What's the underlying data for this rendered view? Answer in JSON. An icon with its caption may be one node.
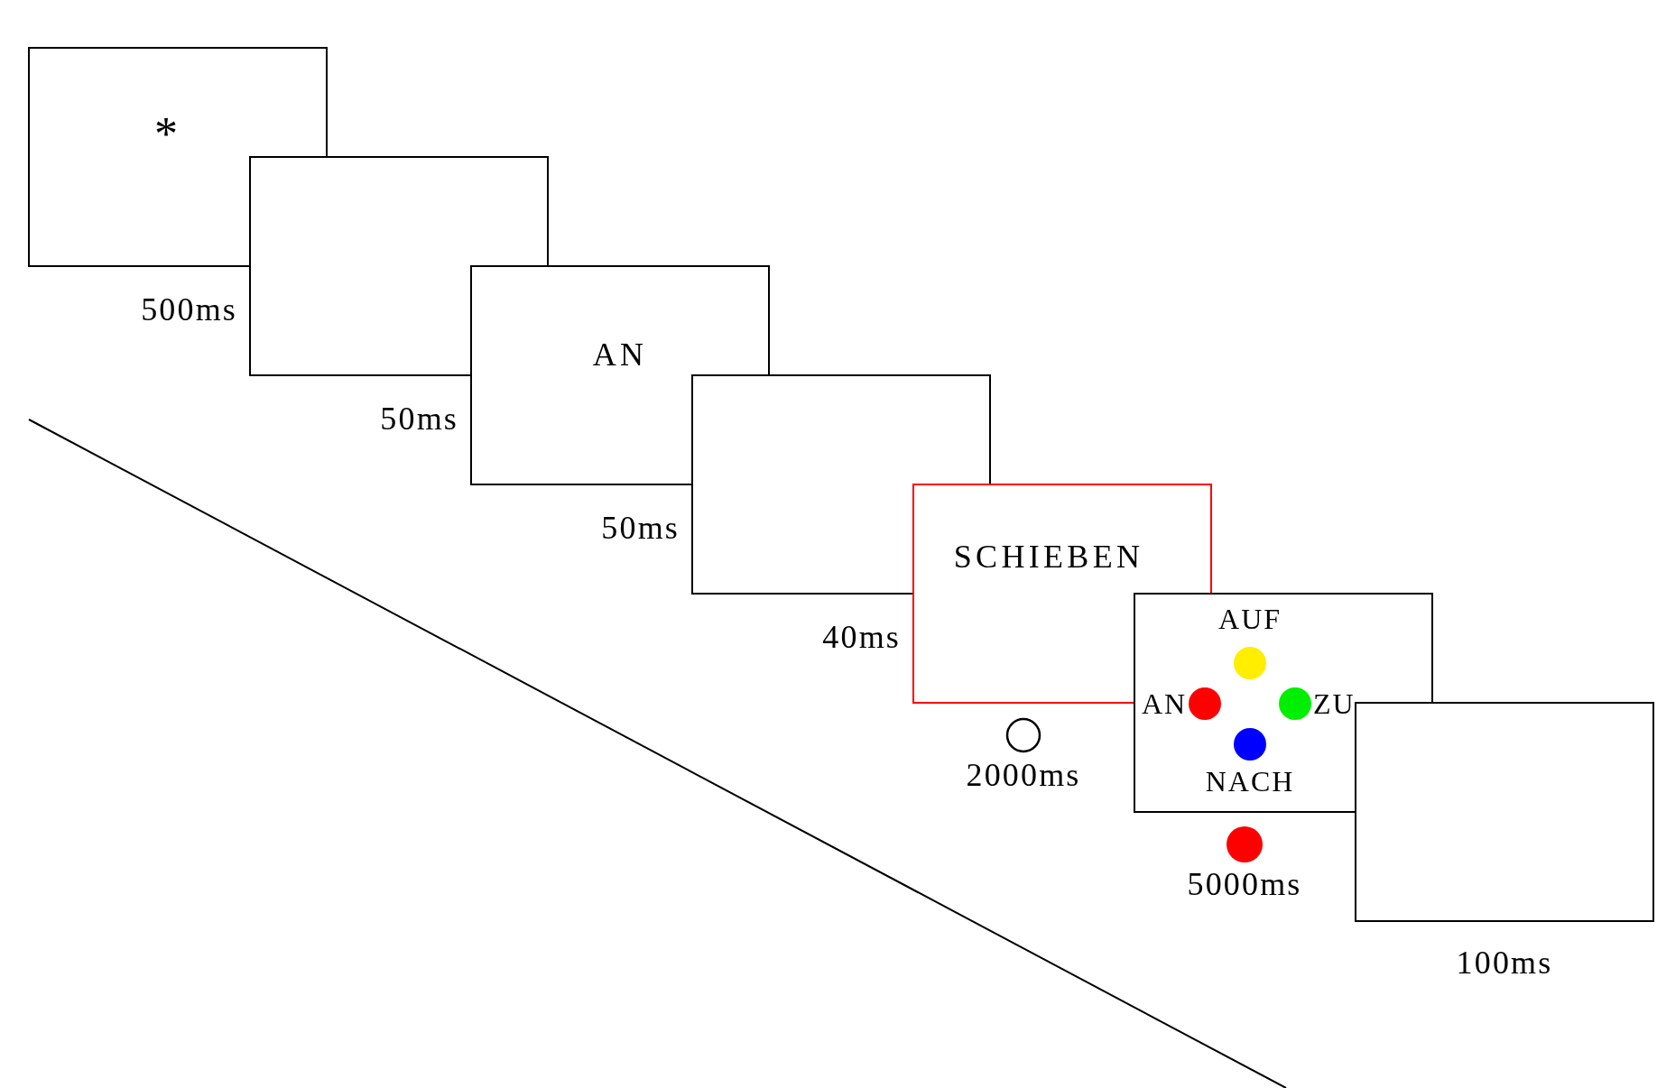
{
  "diagram": {
    "nodes": [
      {
        "text": [
          "*"
        ],
        "beside": [
          "500ms"
        ]
      },
      {
        "text": [],
        "shape": "box",
        "beside": [
          "50ms"
        ]
      },
      {
        "text": [
          "AN"
        ],
        "beside": [
          "50ms"
        ]
      },
      {
        "text": [],
        "shape": "box",
        "beside": [
          "40ms"
        ]
      },
      {
        "text": [
          "SCHIEBEN"
        ],
        "beside": [
          "2000ms"
        ]
      },
      {
        "text": [
          "AUF",
          "AN",
          "ZU",
          "NACH"
        ],
        "beside": [
          "5000ms"
        ]
      },
      {
        "text": [],
        "shape": "box",
        "beside": [
          "100ms"
        ]
      }
    ]
  }
}
